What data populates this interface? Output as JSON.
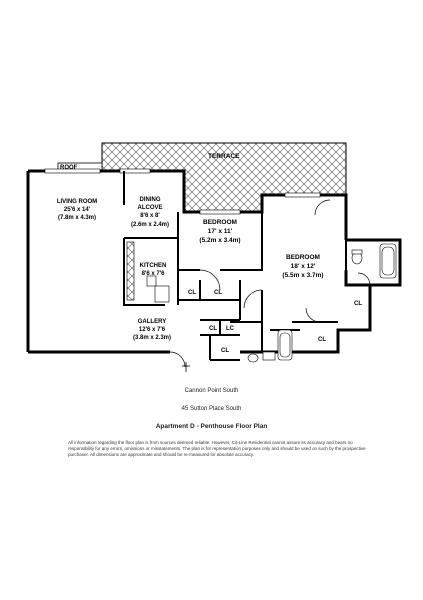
{
  "labels": {
    "roof": "ROOF",
    "terrace": "TERRACE",
    "living_name": "LIVING ROOM",
    "living_dim": "25'6 x 14'",
    "living_metric": "(7.8m x 4.3m)",
    "dining_name": "DINING",
    "dining_name2": "ALCOVE",
    "dining_dim": "8'6 x 8'",
    "dining_metric": "(2.6m x 2.4m)",
    "kitchen_name": "KITCHEN",
    "kitchen_dim": "8'6 x 7'6",
    "bed1_name": "BEDROOM",
    "bed1_dim": "17' x 11'",
    "bed1_metric": "(5.2m x 3.4m)",
    "bed2_name": "BEDROOM",
    "bed2_dim": "18' x 12'",
    "bed2_metric": "(5.5m x 3.7m)",
    "gallery_name": "GALLERY",
    "gallery_dim": "12'6 x 7'6",
    "gallery_metric": "(3.8m x 2.3m)",
    "cl": "CL",
    "lc": "LC"
  },
  "caption": {
    "building": "Cannon Point South",
    "address": "45 Sutton Place South",
    "plan_title": "Apartment D - Penthouse Floor Plan",
    "disclaimer": "All information regarding the floor plan is from sources deemed reliable. However, Cit-Line Residential cannot assure its accuracy and bears no responsibility for any errors, omissions or misstatements. The plan is for representation purposes only and should be used on such by the prospective purchaser. All dimensions are approximate and should be re-measured for absolute accuracy."
  }
}
